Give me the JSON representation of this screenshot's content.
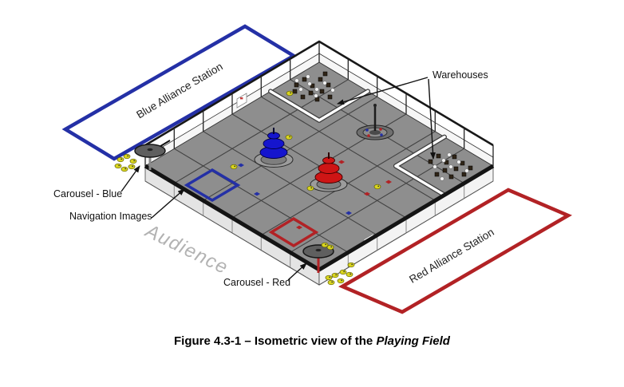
{
  "figure": {
    "caption": {
      "prefix": "Figure 4.3-1 – Isometric view of the ",
      "italic": "Playing Field"
    }
  },
  "labels": {
    "blue_station": "Blue Alliance Station",
    "red_station": "Red Alliance Station",
    "warehouses": "Warehouses",
    "carousel_blue": "Carousel - Blue",
    "navigation_images": "Navigation Images",
    "carousel_red": "Carousel - Red",
    "audience": "Audience"
  },
  "colors": {
    "blue_accent": "#2430A6",
    "red_accent": "#B22225",
    "hub_blue": "#1515CE",
    "hub_red": "#CE1515",
    "field_tile": "#8E8E8E",
    "duck_yellow": "#D9D51F",
    "audience_text": "#B2B2B2"
  }
}
